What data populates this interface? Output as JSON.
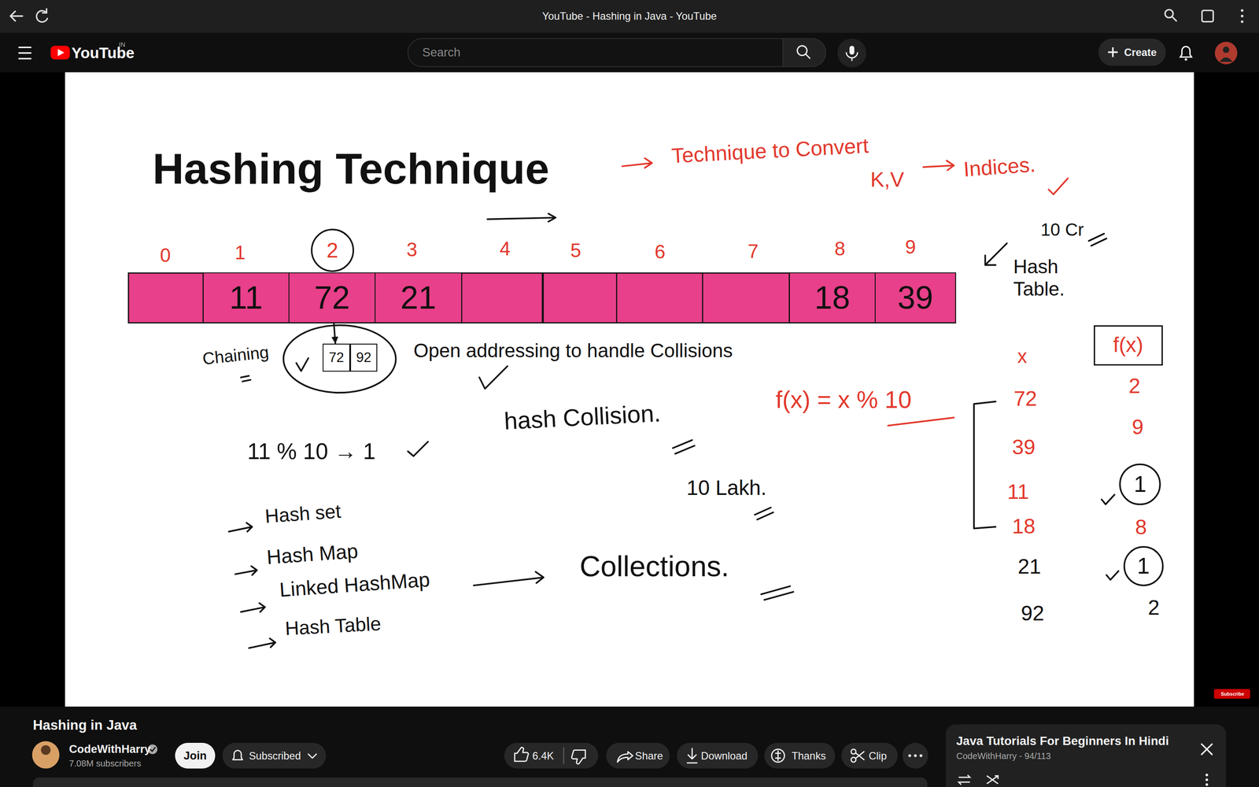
{
  "diagram": {
    "title": "Hashing Technique",
    "nodes": [
      {
        "text": [
          "Search"
        ]
      },
      {
        "text": [
          "Create"
        ]
      },
      {
        "text": [
          "2"
        ]
      },
      {
        "text": [
          "11"
        ]
      },
      {
        "text": [
          "72"
        ]
      },
      {
        "text": [
          "21"
        ]
      },
      {
        "text": [
          "18"
        ]
      },
      {
        "text": [
          "39"
        ]
      },
      {
        "text": [
          "72"
        ]
      },
      {
        "text": [
          "92"
        ]
      },
      {
        "text": [
          "f(x)"
        ]
      },
      {
        "text": [
          "1"
        ]
      },
      {
        "text": [
          "1"
        ]
      },
      {
        "text": [
          "Join"
        ]
      },
      {
        "text": [
          "Subscribed"
        ]
      },
      {
        "text": [
          "6.4K"
        ]
      },
      {
        "text": [
          "Share"
        ]
      },
      {
        "text": [
          "Download"
        ]
      },
      {
        "text": [
          "Thanks"
        ]
      },
      {
        "text": [
          "Clip"
        ]
      },
      {
        "text": [
          "Java Tutorials For Beginners In Hindi",
          "CodeWithHarry - 94/113"
        ]
      }
    ],
    "edges": [
      {
        "from": 4,
        "to": 8,
        "arrow": "to"
      }
    ],
    "labels": [
      "YouTube - Hashing in Java - YouTube",
      "YouTube",
      "IN",
      "Technique to Convert",
      "K,V",
      "Indices.",
      "0",
      "1",
      "3",
      "4",
      "5",
      "6",
      "7",
      "8",
      "9",
      "10 Cr",
      "Hash Table.",
      "Chaining",
      "Open addressing to handle Collisions",
      "x",
      "f(x) = x % 10",
      "72",
      "2",
      "hash Collision.",
      "39",
      "9",
      "11 % 10 → 1",
      "11",
      "10 Lakh.",
      "18",
      "8",
      "Hash set",
      "Hash Map",
      "Collections.",
      "21",
      "Linked HashMap",
      "92",
      "2",
      "Hash Table",
      "Subscribe",
      "Hashing in Java",
      "CodeWithHarry",
      "7.08M subscribers"
    ]
  }
}
